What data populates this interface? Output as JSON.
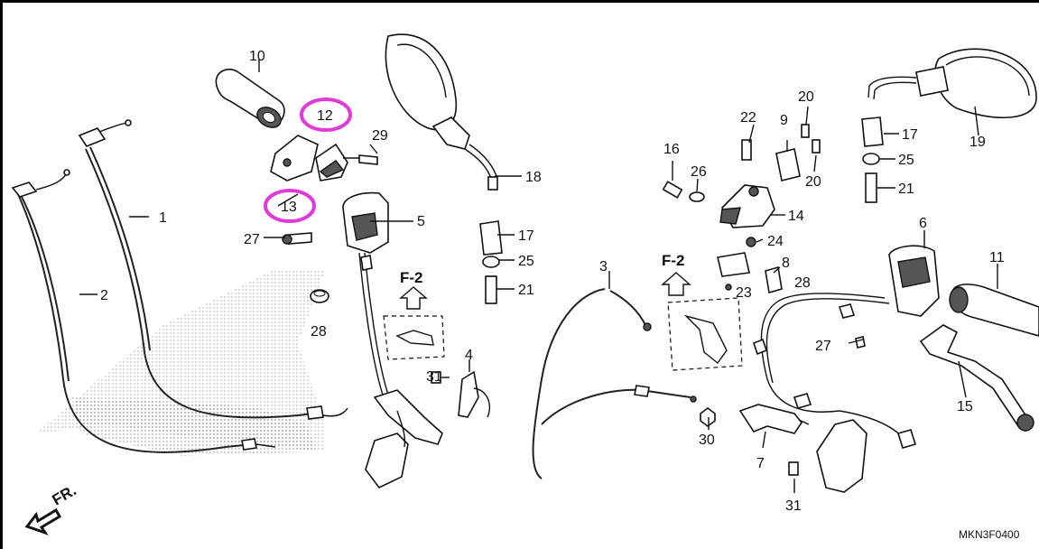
{
  "diagram": {
    "code": "MKN3F0400",
    "direction_label": "FR.",
    "highlight_color": "#e23ad8",
    "views": [
      "F-2",
      "F-2"
    ],
    "callouts": [
      "1",
      "2",
      "3",
      "4",
      "5",
      "6",
      "7",
      "8",
      "9",
      "10",
      "11",
      "12",
      "13",
      "14",
      "15",
      "16",
      "17",
      "17",
      "18",
      "19",
      "20",
      "20",
      "21",
      "21",
      "22",
      "23",
      "24",
      "25",
      "25",
      "26",
      "27",
      "27",
      "28",
      "28",
      "29",
      "30",
      "31",
      "31"
    ],
    "highlighted": [
      "12",
      "13"
    ]
  }
}
